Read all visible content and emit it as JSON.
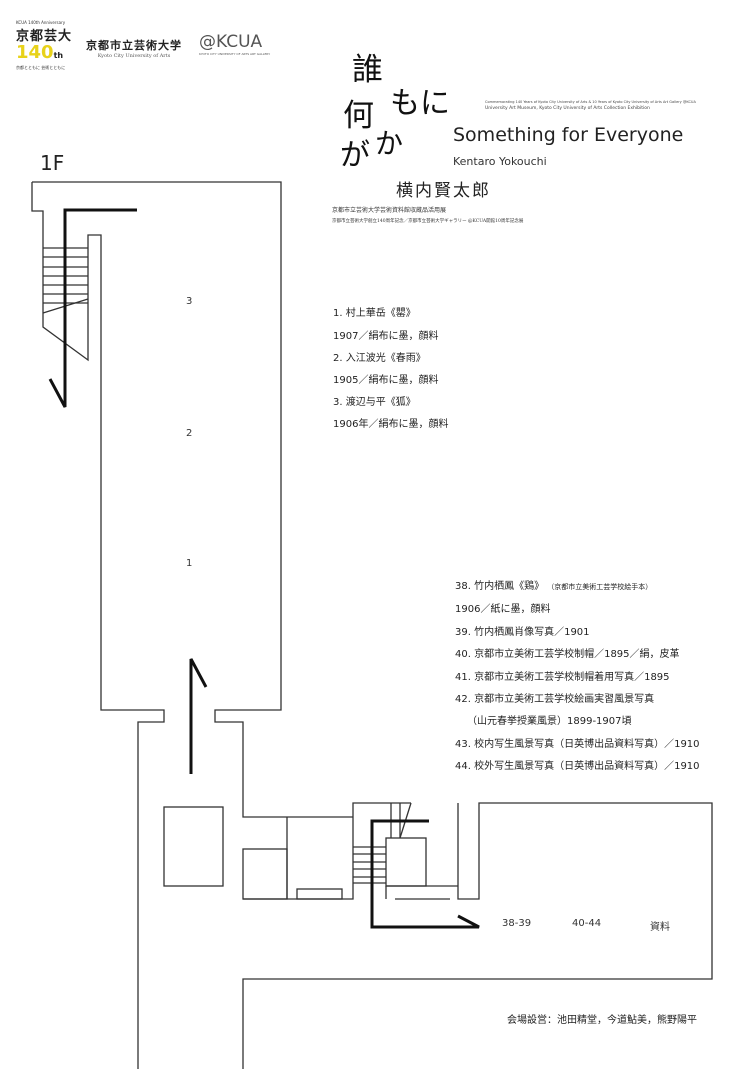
{
  "logos": {
    "anniversary": {
      "caption": "KCUA 140th Anniversary",
      "name": "京都芸大",
      "number": "140",
      "suffix": "th",
      "tagline": "京都とともに 芸術とともに"
    },
    "university": {
      "name_jp": "京都市立芸術大学",
      "name_en": "Kyoto City University of Arts"
    },
    "gallery": {
      "name": "@KCUA",
      "caption": "KYOTO CITY UNIVERSITY OF ARTS ART GALLERY"
    }
  },
  "header": {
    "title_jp_lines": [
      "誰",
      "もに",
      "何",
      "か",
      "が"
    ],
    "commemoration": "Commemorating 140 Years of Kyoto City University of Arts & 10 Years of Kyoto City University of Arts Art Gallery @KCUA",
    "exhibition_en": "University Art Museum, Kyoto City University of Arts Collection Exhibition",
    "title_en": "Something for Everyone",
    "artist_en": "Kentaro Yokouchi",
    "artist_jp": "横内賢太郎",
    "exhibition_jp": "京都市立芸術大学芸術資料館収蔵品活用展",
    "commemoration_jp": "京都市立芸術大学創立140周年記念／京都市立芸術大学ギャラリー @KCUA開館10周年記念展"
  },
  "floor_plan": {
    "floor_label": "1F",
    "zones": [
      "3",
      "2",
      "1",
      "38-39",
      "40-44",
      "資料"
    ]
  },
  "works_group1": [
    "1. 村上華岳《罌》",
    "1907／絹布に墨，顔料",
    "2. 入江波光《春雨》",
    "1905／絹布に墨，顔料",
    "3. 渡辺与平《狐》",
    "1906年／絹布に墨，顔料"
  ],
  "works_group2": {
    "first_title": "38. 竹内栖鳳《鶏》",
    "first_note": "（京都市立美術工芸学校絵手本）",
    "lines": [
      "1906／紙に墨，顔料",
      "39. 竹内栖鳳肖像写真／1901",
      "40. 京都市立美術工芸学校制帽／1895／絹，皮革",
      "41. 京都市立美術工芸学校制帽着用写真／1895",
      "42. 京都市立美術工芸学校絵画実習風景写真",
      "（山元春挙授業風景）1899-1907頃",
      "43. 校内写生風景写真（日英博出品資料写真）／1910",
      "44. 校外写生風景写真（日英博出品資料写真）／1910"
    ]
  },
  "credits": "会場設営：池田精堂，今道鮎美，熊野陽平",
  "colors": {
    "accent": "#e8d21a",
    "line": "#333333",
    "arrow": "#111111"
  }
}
